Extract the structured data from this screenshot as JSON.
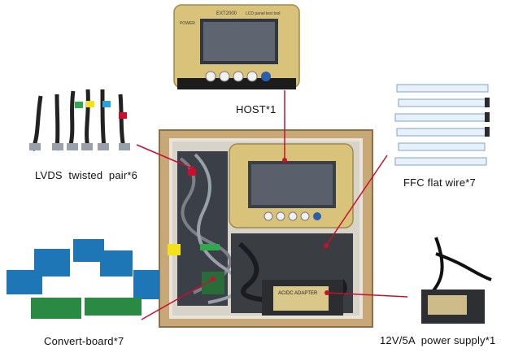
{
  "labels": {
    "host": "HOST*1",
    "lvds": "LVDS  twisted  pair*6",
    "ffc": "FFC flat wire*7",
    "convert": "Convert-board*7",
    "power": "12V/5A  power supply*1"
  },
  "host_screen": {
    "brand": "EXT2000",
    "subtitle": "LCD panel test tool",
    "side_tag": "POWER"
  },
  "adapter_label": "AC/DC ADAPTER",
  "colors": {
    "leader_line": "#c8102e",
    "gold_panel": "#d9c27a",
    "box_kraft": "#c8a877"
  }
}
